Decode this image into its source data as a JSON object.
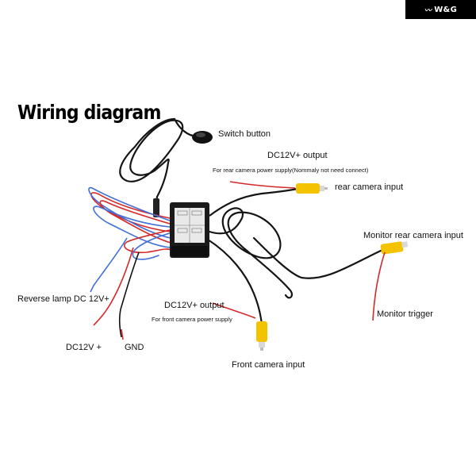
{
  "badge": {
    "brand": "W&G"
  },
  "title": "Wiring diagram",
  "labels": {
    "switch_button": "Switch button",
    "dc12v_output_rear": "DC12V+ output",
    "rear_power_note": "For rear camera power supply(Nommaly not need connect)",
    "rear_camera_input": "rear camera input",
    "monitor_rear_camera_input": "Monitor rear camera input",
    "reverse_lamp": "Reverse lamp DC 12V+",
    "dc12v_output_front": "DC12V+ output",
    "front_power_note": "For front camera power supply",
    "monitor_trigger": "Monitor trigger",
    "dc12v_plus": "DC12V +",
    "gnd": "GND",
    "front_camera_input": "Front camera input"
  },
  "colors": {
    "cable": "#151515",
    "red_wire": "#d42a2a",
    "blue_wire": "#3f6fd8",
    "rca_plug": "#f3c300",
    "box": "#1a1a1a"
  }
}
